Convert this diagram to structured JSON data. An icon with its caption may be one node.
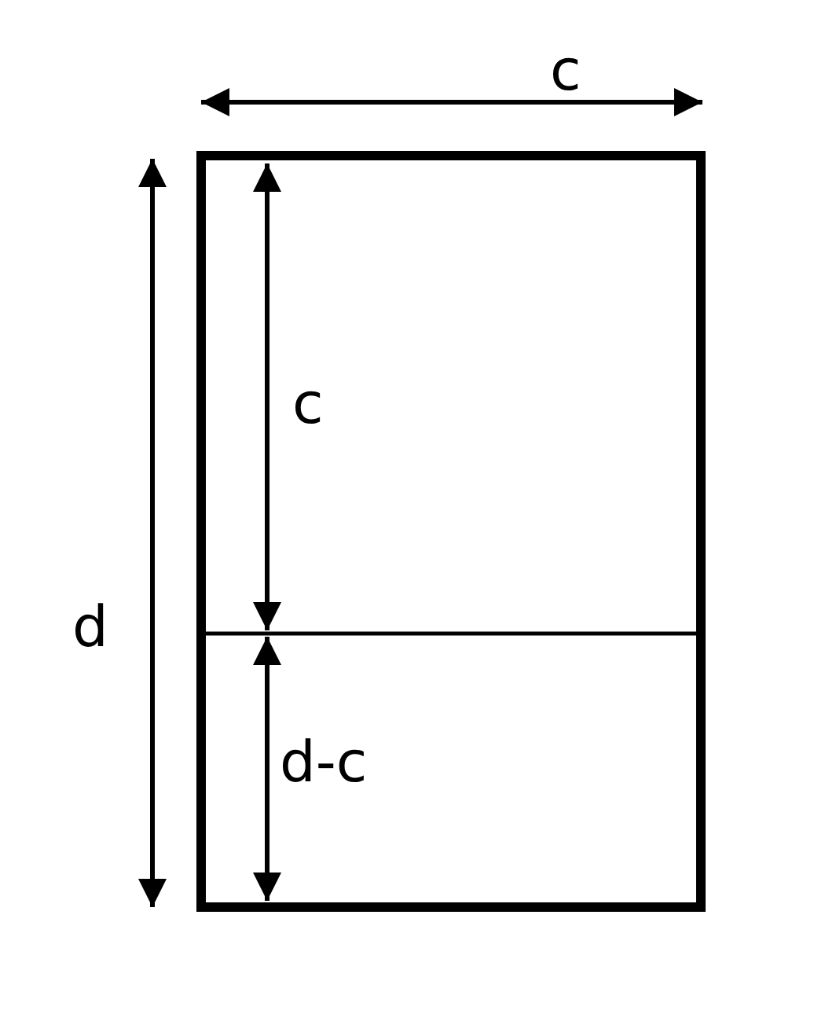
{
  "diagram": {
    "labels": [
      "c",
      "c",
      "d",
      "d-c"
    ]
  }
}
